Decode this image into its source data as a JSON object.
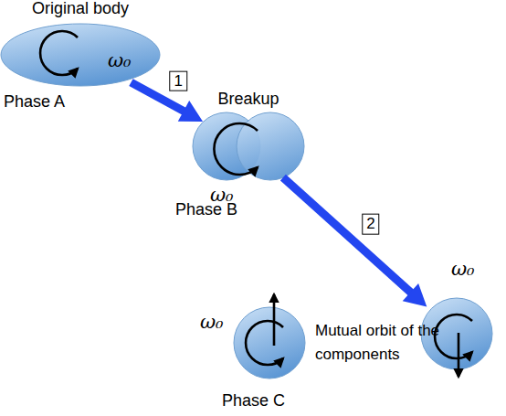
{
  "diagram": {
    "nodes": [
      {
        "text": [
          "Original body",
          "ω₀",
          "Phase A"
        ]
      },
      {
        "text": [
          "Breakup",
          "ω₀",
          "Phase B"
        ]
      },
      {
        "text": [
          "ω₀",
          "Phase C"
        ]
      },
      {
        "text": [
          "ω₀"
        ]
      }
    ],
    "edges": [
      {
        "from": 0,
        "to": 1,
        "arrow": "to",
        "label": "1"
      },
      {
        "from": 1,
        "to": 3,
        "arrow": "to",
        "label": "2"
      }
    ],
    "labels": [
      "Mutual orbit of the components"
    ]
  }
}
